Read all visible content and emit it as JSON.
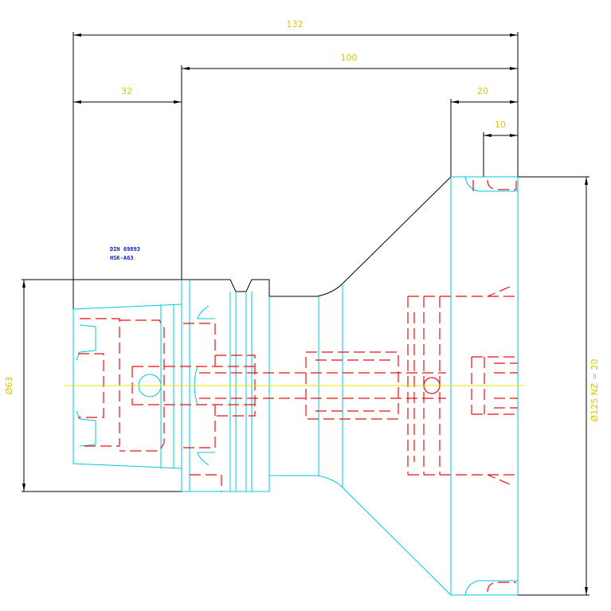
{
  "dimensions": {
    "overall_length": "132",
    "body_length": "100",
    "shank_length": "32",
    "flange_length": "20",
    "flange_step": "10",
    "shank_diameter": "Ø63",
    "cutter_diameter": "Ø125 NZ = 20"
  },
  "title_block": {
    "standard": "DIN 69893",
    "interface": "HSK-A63"
  },
  "colors": {
    "outline": "#000000",
    "contour": "#00c8e6",
    "hidden": "#e81010",
    "centerline": "#e6e600",
    "dimension_text": "#d8c800",
    "title_text": "#1020c0"
  }
}
